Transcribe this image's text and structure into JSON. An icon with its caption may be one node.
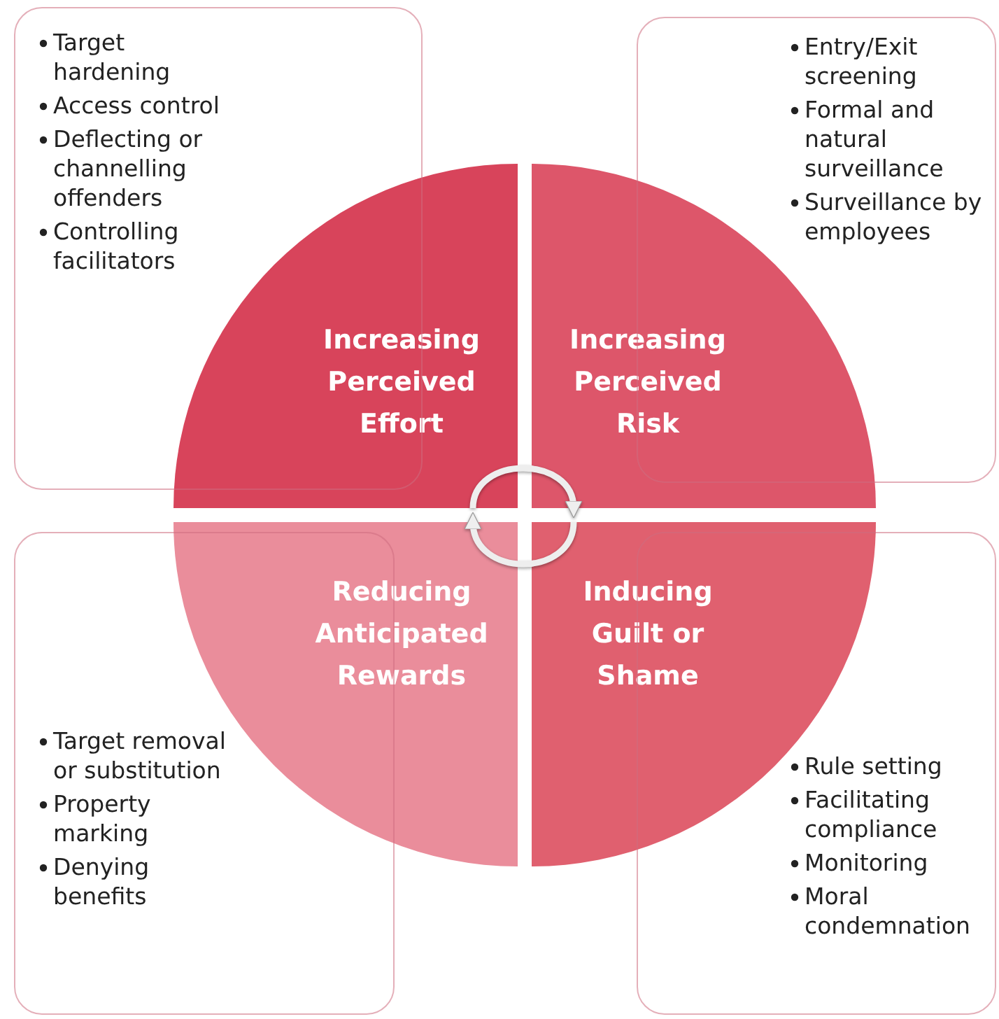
{
  "diagram": {
    "nodes": [
      {
        "text": [
          "Target hardening",
          "Access control",
          "Deflecting or channelling offenders",
          "Controlling facilitators"
        ]
      },
      {
        "text": [
          "Entry/Exit screening",
          "Formal and natural surveillance",
          "Surveillance by employees"
        ]
      },
      {
        "text": [
          "Increasing Perceived Effort"
        ]
      },
      {
        "text": [
          "Increasing Perceived Risk"
        ]
      },
      {
        "text": [
          "Reducing Anticipated Rewards"
        ]
      },
      {
        "text": [
          "Inducing Guilt or Shame"
        ]
      },
      {
        "text": [
          "Target removal or substitution",
          "Property marking",
          "Denying benefits"
        ]
      },
      {
        "text": [
          "Rule setting",
          "Facilitating compliance",
          "Monitoring",
          "Moral condemnation"
        ]
      }
    ],
    "edges": [
      {
        "from": 2,
        "to": 3,
        "arrow": "to"
      },
      {
        "from": 5,
        "to": 4,
        "arrow": "to"
      }
    ]
  }
}
